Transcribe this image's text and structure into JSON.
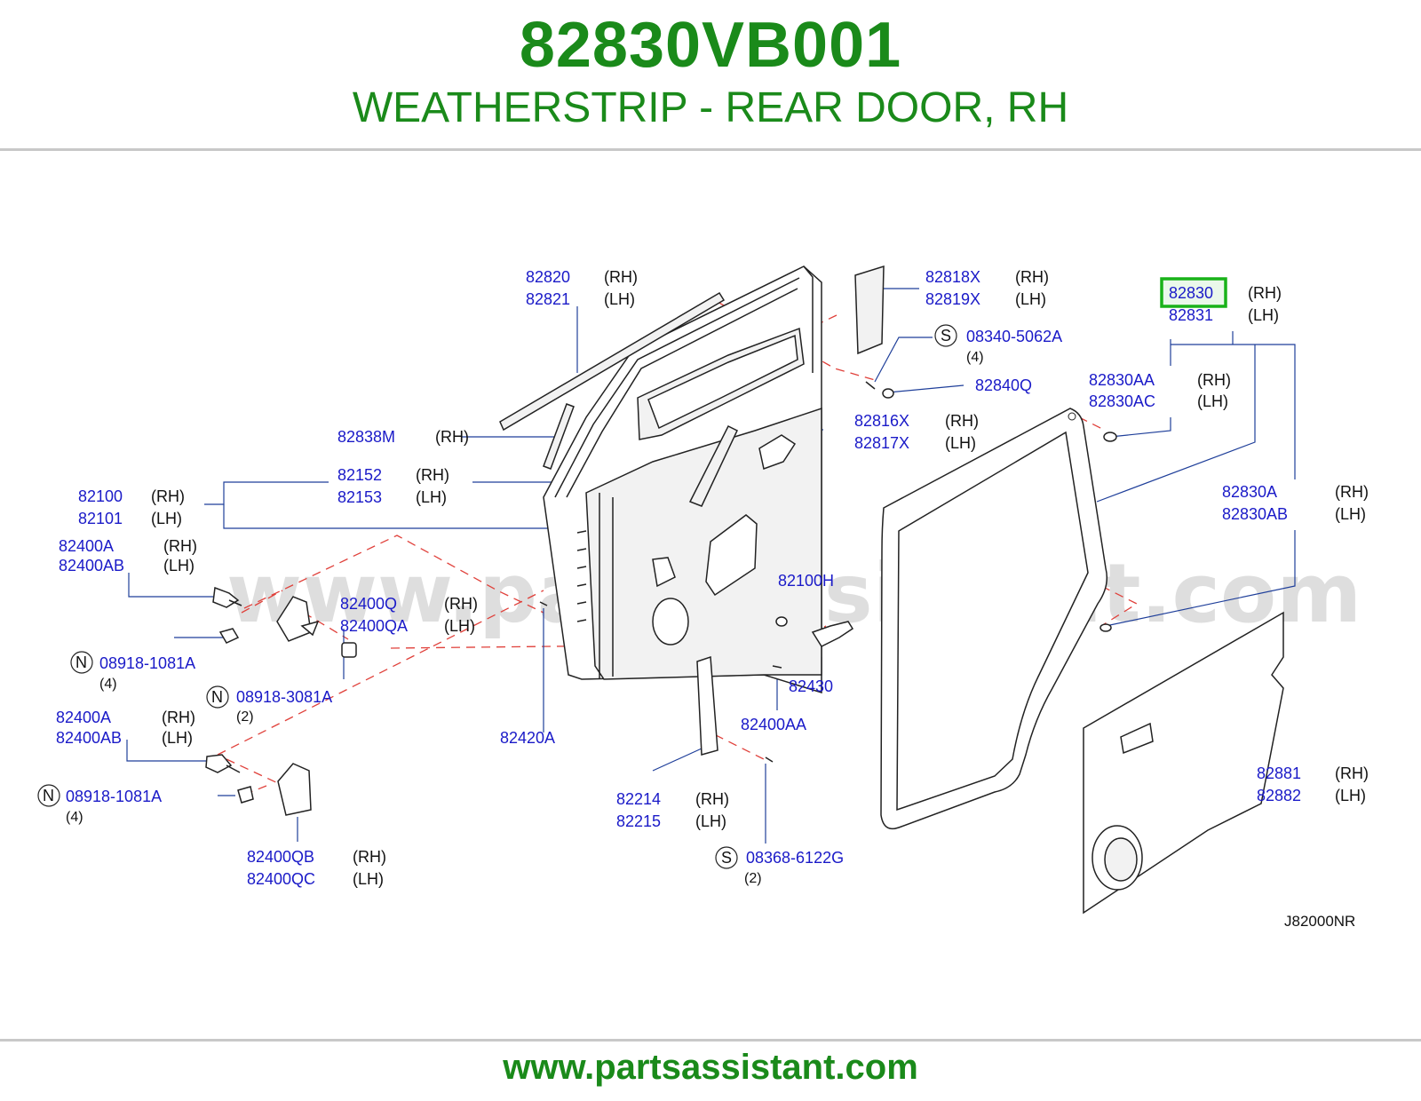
{
  "header": {
    "part_number": "82830VB001",
    "part_name": "WEATHERSTRIP - REAR DOOR, RH"
  },
  "footer": {
    "site": "www.partsassistant.com"
  },
  "diagram": {
    "watermark": "www.partsassistant.com",
    "ref_code": "J82000NR",
    "highlight_color": "#19b219",
    "labels": {
      "p82820": "82820",
      "p82821": "82821",
      "p82818X": "82818X",
      "p82819X": "82819X",
      "p08340": "08340-5062A",
      "q08340": "(4)",
      "p82840Q": "82840Q",
      "p82830": "82830",
      "p82831": "82831",
      "p82830AA": "82830AA",
      "p82830AC": "82830AC",
      "p82838M": "82838M",
      "p82816X": "82816X",
      "p82817X": "82817X",
      "p82100": "82100",
      "p82101": "82101",
      "p82152": "82152",
      "p82153": "82153",
      "p82830A": "82830A",
      "p82830AB": "82830AB",
      "p82400A_1": "82400A",
      "p82400AB_1": "82400AB",
      "p82100H": "82100H",
      "p82400Q": "82400Q",
      "p82400QA": "82400QA",
      "p08918_1081_1": "08918-1081A",
      "q08918_1081_1": "(4)",
      "p08918_3081": "08918-3081A",
      "q08918_3081": "(2)",
      "p82430": "82430",
      "p82400AA": "82400AA",
      "p82420A": "82420A",
      "p82400A_2": "82400A",
      "p82400AB_2": "82400AB",
      "p08918_1081_2": "08918-1081A",
      "q08918_1081_2": "(4)",
      "p82881": "82881",
      "p82882": "82882",
      "p82214": "82214",
      "p82215": "82215",
      "p08368": "08368-6122G",
      "q08368": "(2)",
      "p82400QB": "82400QB",
      "p82400QC": "82400QC"
    },
    "side": {
      "rh": "(RH)",
      "lh": "(LH)"
    },
    "badge": {
      "s": "S",
      "n": "N"
    }
  }
}
